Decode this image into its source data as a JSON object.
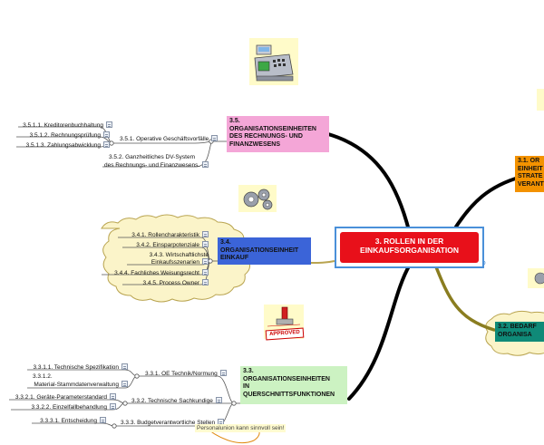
{
  "central": {
    "title_line1": "3. ROLLEN IN DER",
    "title_line2": "EINKAUFSORGANISATION"
  },
  "branch_35": {
    "title": [
      "3.5.",
      "ORGANISATIONSEINHEITEN",
      "DES RECHNUNGS- UND",
      "FINANZWESENS"
    ],
    "items": {
      "i351": "3.5.1.  Operative Geschäftsvorfälle",
      "i3511": "3.5.1.1.  Kreditorenbuchhaltung",
      "i3512": "3.5.1.2.  Rechnungsprüfung",
      "i3513": "3.5.1.3.  Zahlungsabwicklung",
      "i352a": "3.5.2.  Ganzheitliches DV-System",
      "i352b": "des Rechnungs- und Finanzwesens."
    }
  },
  "branch_34": {
    "title": [
      "3.4.",
      "ORGANISATIONSEINHEIT",
      "EINKAUF"
    ],
    "items": {
      "i341": "3.4.1.  Rollencharakteristik",
      "i342": "3.4.2.  Einsparpotenziale",
      "i343a": "3.4.3.  Wirtschaftlichste",
      "i343b": "Einkaufsszenarien",
      "i344": "3.4.4.  Fachliches Weisungsrecht",
      "i345": "3.4.5.  Process Owner"
    }
  },
  "branch_33": {
    "title": [
      "3.3.",
      "ORGANISATIONSEINHEITEN",
      "IN",
      "QUERSCHNITTSFUNKTIONEN"
    ],
    "items": {
      "i331": "3.3.1.  OE Technik/Normung",
      "i3311": "3.3.1.1.  Technische Spezifikation",
      "i3312a": "3.3.1.2.",
      "i3312b": "Material-Stammdatenverwaltung",
      "i332": "3.3.2.  Technische Sachkundige",
      "i3321": "3.3.2.1.  Geräte-Parameterstandard",
      "i3322": "3.3.2.2.  Einzelfallbehandlung",
      "i333": "3.3.3.  Budgetverantwortliche Stellen",
      "i3331": "3.3.3.1.  Entscheidung"
    },
    "callout": "Personalunion kann sinnvoll sein!"
  },
  "branch_31": {
    "title": [
      "3.1.  OR",
      "EINHEIT",
      "STRATE",
      "VERANT"
    ]
  },
  "branch_32": {
    "title": [
      "3.2.  BEDARF",
      "ORGANISA"
    ]
  },
  "stamp": {
    "text": "APPROVED"
  },
  "colors": {
    "central_fill": "#e8101a",
    "central_border": "#4a90d9",
    "branch_35": "#f4a6d7",
    "branch_34": "#3b64d8",
    "branch_33": "#ccf2c2",
    "branch_31": "#f39200",
    "branch_32": "#0f8a78",
    "cloud": "#fbf4c9",
    "cloud_border": "#b9a450"
  },
  "icons": [
    "cash-register-icon",
    "gears-icon",
    "approved-stamp-icon"
  ]
}
